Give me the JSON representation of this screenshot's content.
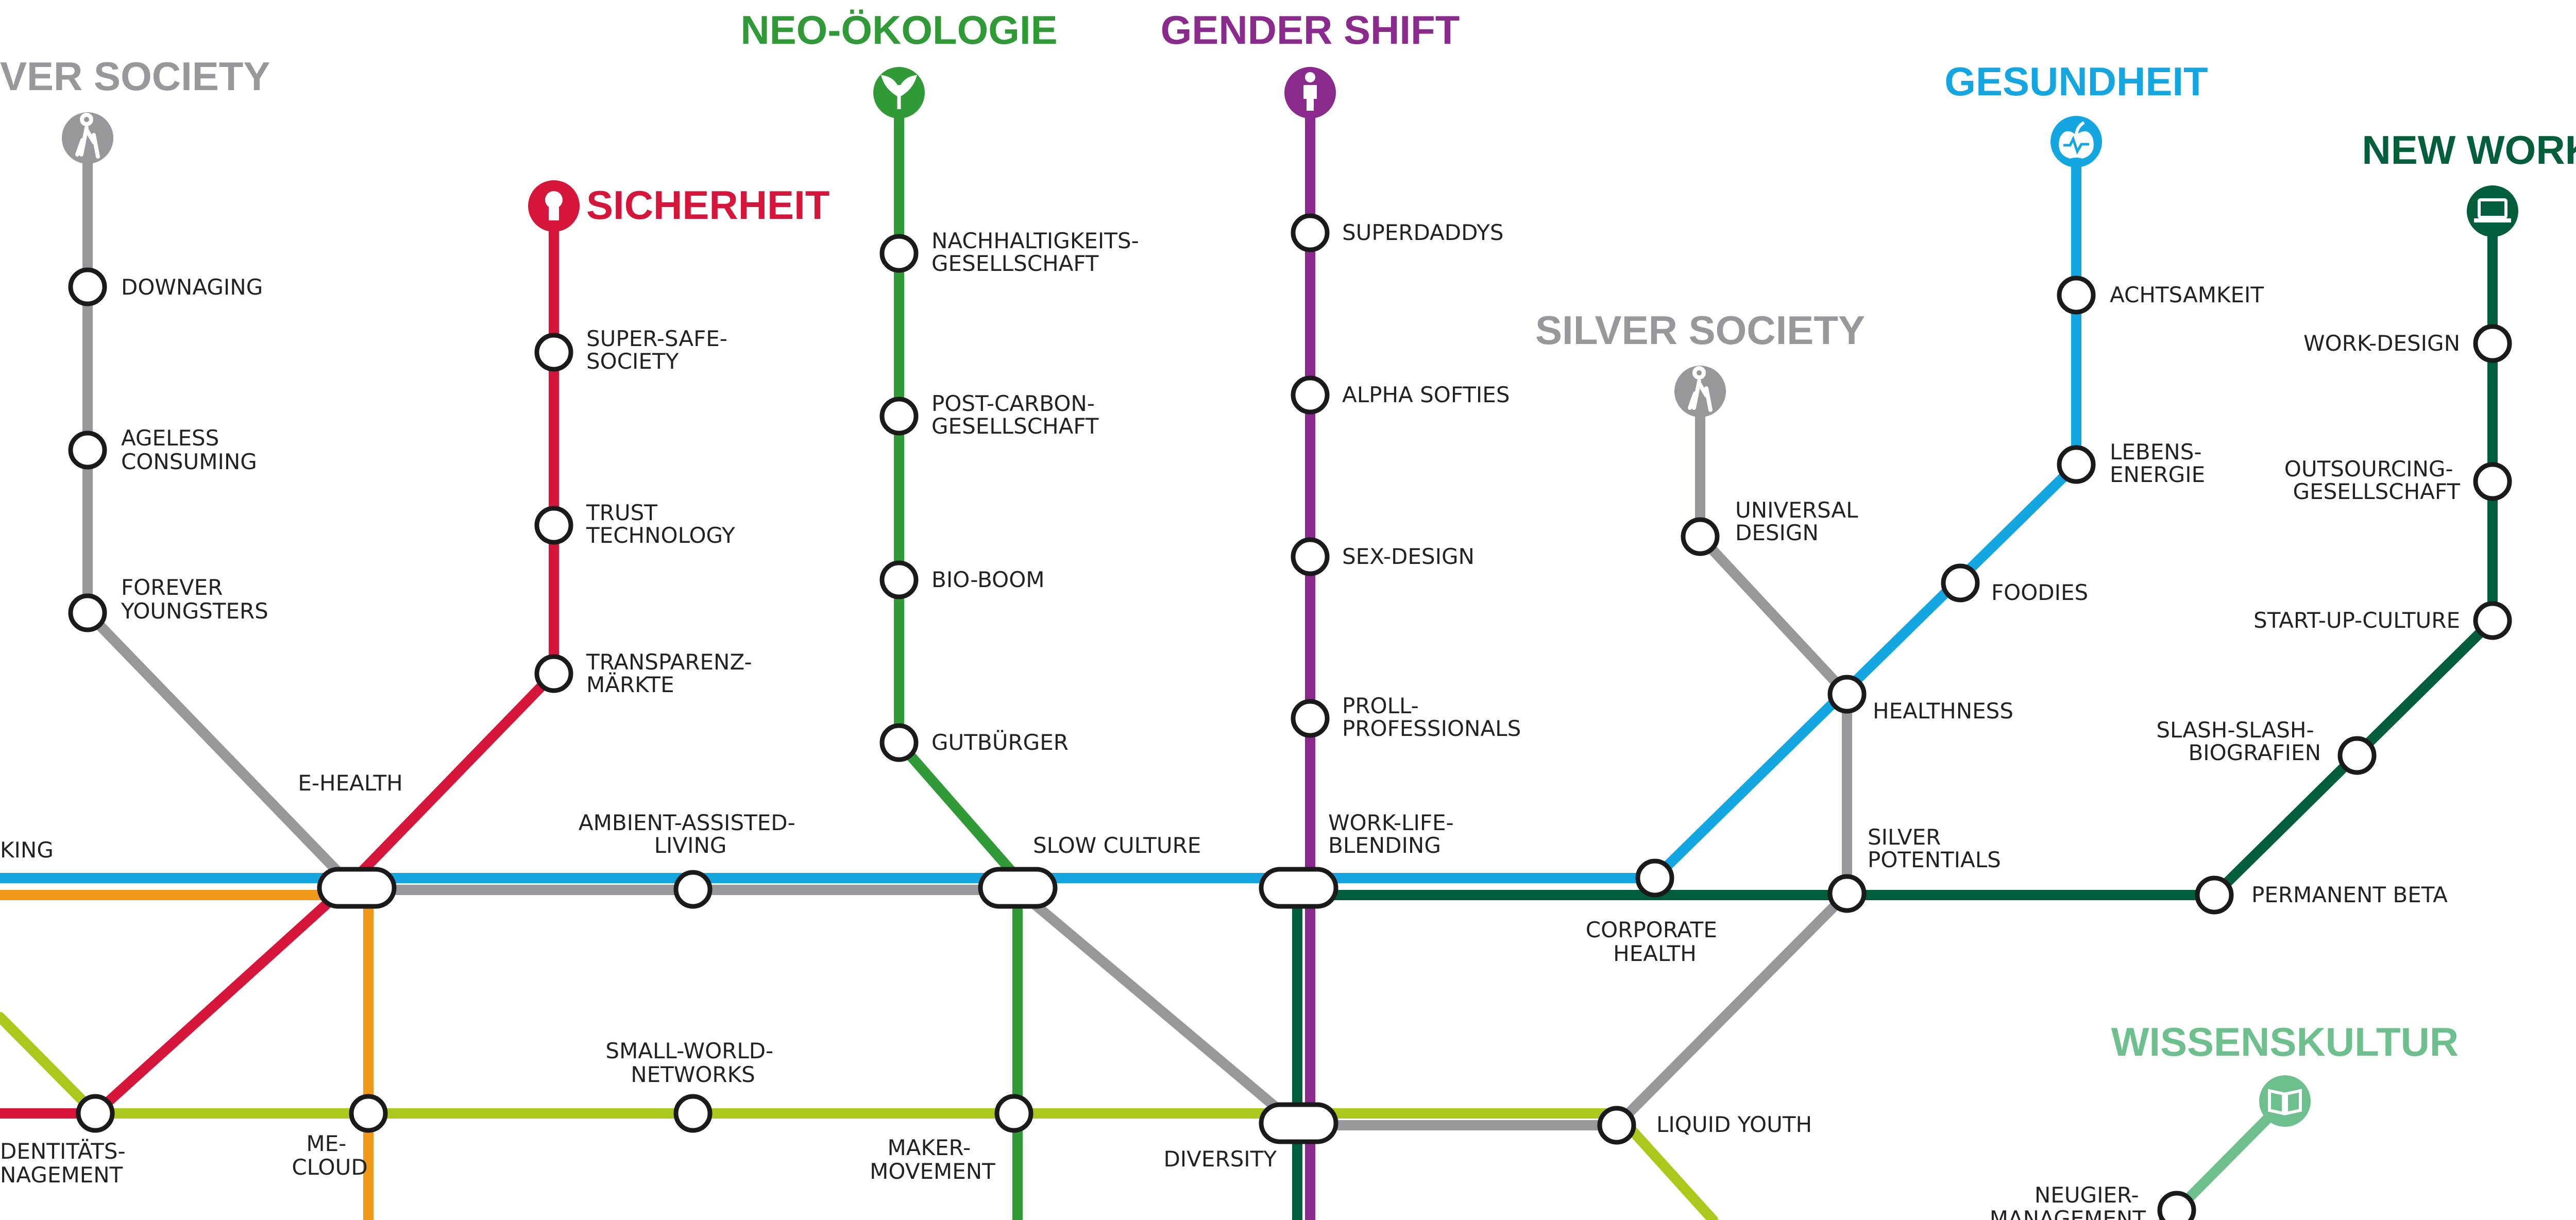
{
  "colors": {
    "silver_society": "#96989c",
    "sicherheit": "#d6153a",
    "neo_oekologie": "#2f9a36",
    "gender_shift": "#8a2a8c",
    "gesundheit": "#13a6e0",
    "new_work": "#005e3a",
    "wissenskultur": "#6dbf8d",
    "orange_line": "#f0981a",
    "lime_line": "#a9c91c",
    "station_fill": "#ffffff",
    "station_stroke": "#1a1a1a"
  },
  "megatrends": [
    {
      "id": "silver-society-left",
      "title": "VER SOCIETY",
      "icon": "walking-person-icon"
    },
    {
      "id": "sicherheit",
      "title": "SICHERHEIT",
      "icon": "keyhole-icon"
    },
    {
      "id": "neo-oekologie",
      "title": "NEO-ÖKOLOGIE",
      "icon": "plant-icon"
    },
    {
      "id": "gender-shift",
      "title": "GENDER SHIFT",
      "icon": "person-icon"
    },
    {
      "id": "silver-society-right",
      "title": "SILVER SOCIETY",
      "icon": "walking-person-icon"
    },
    {
      "id": "gesundheit",
      "title": "GESUNDHEIT",
      "icon": "apple-icon"
    },
    {
      "id": "new-work",
      "title": "NEW WORK",
      "icon": "laptop-icon"
    },
    {
      "id": "wissenskultur",
      "title": "WISSENSKULTUR",
      "icon": "book-icon"
    }
  ],
  "stations": {
    "downaging": [
      "DOWNAGING"
    ],
    "ageless_consuming": [
      "AGELESS",
      "CONSUMING"
    ],
    "forever_youngsters": [
      "FOREVER",
      "YOUNGSTERS"
    ],
    "super_safe_society": [
      "SUPER-SAFE-",
      "SOCIETY"
    ],
    "trust_technology": [
      "TRUST",
      "TECHNOLOGY"
    ],
    "transparenz_maerkte": [
      "TRANSPARENZ-",
      "MÄRKTE"
    ],
    "nachhaltigkeits_gesellschaft": [
      "NACHHALTIGKEITS-",
      "GESELLSCHAFT"
    ],
    "post_carbon_gesellschaft": [
      "POST-CARBON-",
      "GESELLSCHAFT"
    ],
    "bio_boom": [
      "BIO-BOOM"
    ],
    "gutbuerger": [
      "GUTBÜRGER"
    ],
    "superdaddys": [
      "SUPERDADDYS"
    ],
    "alpha_softies": [
      "ALPHA SOFTIES"
    ],
    "sex_design": [
      "SEX-DESIGN"
    ],
    "proll_professionals": [
      "PROLL-",
      "PROFESSIONALS"
    ],
    "universal_design": [
      "UNIVERSAL",
      "DESIGN"
    ],
    "achtsamkeit": [
      "ACHTSAMKEIT"
    ],
    "lebens_energie": [
      "LEBENS-",
      "ENERGIE"
    ],
    "foodies": [
      "FOODIES"
    ],
    "healthness": [
      "HEALTHNESS"
    ],
    "work_design": [
      "WORK-DESIGN"
    ],
    "outsourcing_gesellschaft": [
      "OUTSOURCING-",
      "GESELLSCHAFT"
    ],
    "start_up_culture": [
      "START-UP-CULTURE"
    ],
    "slash_slash_biografien": [
      "SLASH-SLASH-",
      "BIOGRAFIEN"
    ],
    "permanent_beta": [
      "PERMANENT BETA"
    ],
    "silver_potentials": [
      "SILVER",
      "POTENTIALS"
    ],
    "corporate_health": [
      "CORPORATE",
      "HEALTH"
    ],
    "work_life_blending": [
      "WORK-LIFE-",
      "BLENDING"
    ],
    "slow_culture": [
      "SLOW CULTURE"
    ],
    "ambient_assisted_living": [
      "AMBIENT-ASSISTED-",
      "LIVING"
    ],
    "e_health": [
      "E-HEALTH"
    ],
    "king_partial": [
      "KING"
    ],
    "identitaets_management": [
      "DENTITÄTS-",
      "NAGEMENT"
    ],
    "me_cloud": [
      "ME-",
      "CLOUD"
    ],
    "small_world_networks": [
      "SMALL-WORLD-",
      "NETWORKS"
    ],
    "maker_movement": [
      "MAKER-",
      "MOVEMENT"
    ],
    "diversity": [
      "DIVERSITY"
    ],
    "liquid_youth": [
      "LIQUID YOUTH"
    ],
    "neugier_management": [
      "NEUGIER-",
      "MANAGEMENT"
    ]
  }
}
